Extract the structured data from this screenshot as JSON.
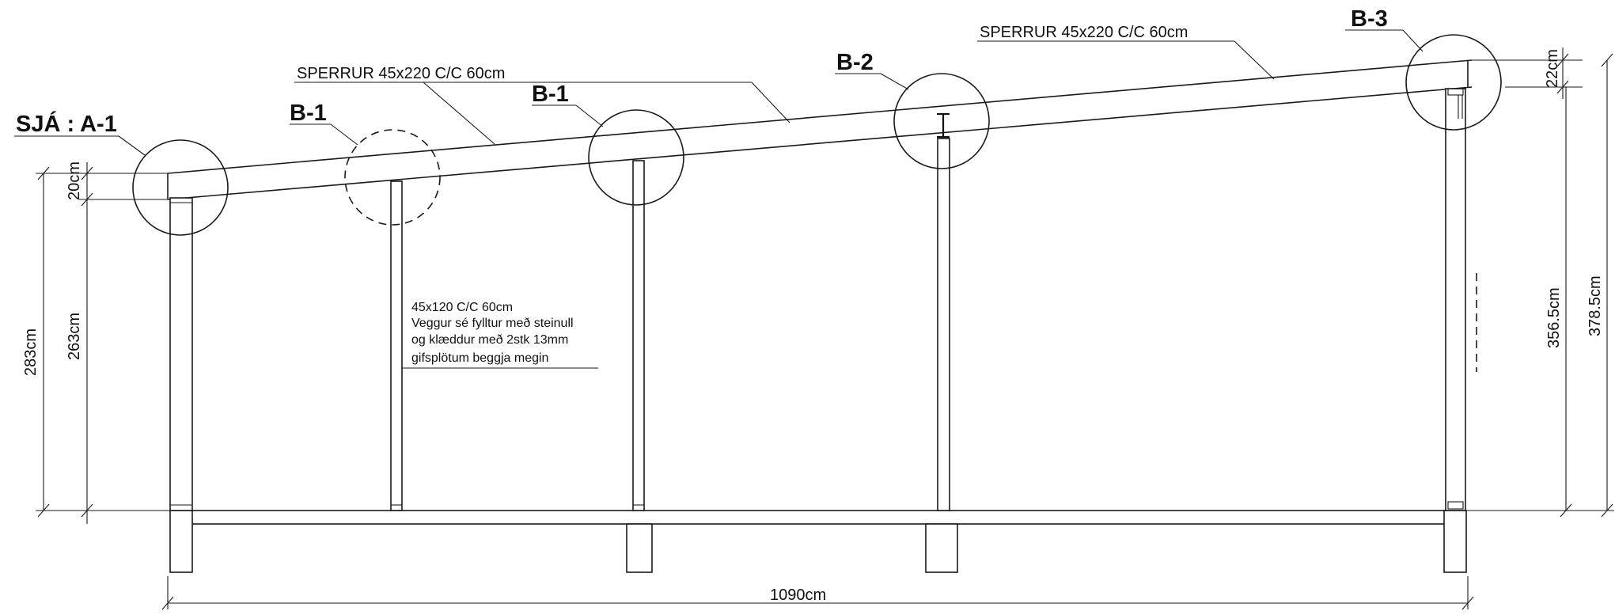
{
  "callouts": {
    "a1": "SJÁ : A-1",
    "b1_left": "B-1",
    "b1_right": "B-1",
    "b2": "B-2",
    "b3": "B-3"
  },
  "labels": {
    "rafter_left": "SPERRUR 45x220  C/C 60cm",
    "rafter_right": "SPERRUR 45x220  C/C 60cm"
  },
  "wall_note": [
    "45x120 C/C 60cm",
    "Veggur sé fylltur með steinull",
    "og klæddur með 2stk 13mm",
    "gifsplötum beggja megin"
  ],
  "dimensions": {
    "left_top": "20cm",
    "left_inner": "263cm",
    "left_outer": "283cm",
    "right_top": "22cm",
    "right_inner": "356.5cm",
    "right_outer": "378.5cm",
    "bottom": "1090cm"
  }
}
